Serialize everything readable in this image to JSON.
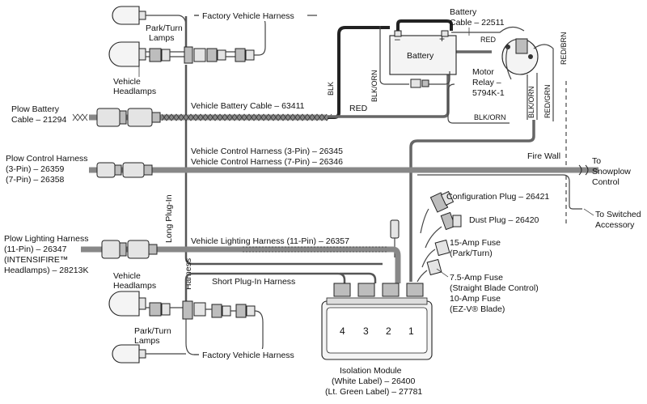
{
  "labels": {
    "factory_vehicle_harness_top": "Factory Vehicle Harness",
    "park_turn_lamps_top": "Park/Turn\nLamps",
    "vehicle_headlamps_top": "Vehicle\nHeadlamps",
    "plow_battery_cable": "Plow Battery\nCable – 21294",
    "vehicle_battery_cable": "Vehicle Battery Cable – 63411",
    "battery_cable": "Battery\nCable – 22511",
    "battery": "Battery",
    "motor_relay": "Motor\nRelay –\n5794K-1",
    "plow_control_harness": "Plow Control Harness\n(3-Pin) – 26359\n(7-Pin) – 26358",
    "vehicle_control_harness_3": "Vehicle Control Harness (3-Pin) – 26345",
    "vehicle_control_harness_7": "Vehicle Control Harness (7-Pin) – 26346",
    "fire_wall": "Fire Wall",
    "to_snowplow_control": "To\nSnowplow\nControl",
    "to_switched_accessory": "To Switched\nAccessory",
    "configuration_plug": "Configuration Plug – 26421",
    "dust_plug": "Dust Plug – 26420",
    "fuse_15": "15-Amp Fuse\n(Park/Turn)",
    "fuse_75": "7.5-Amp Fuse\n(Straight Blade Control)",
    "fuse_10": "10-Amp Fuse\n(EZ-V® Blade)",
    "long_plug_in_harness": "Long Plug-In\nHarness",
    "plow_lighting_harness": "Plow Lighting Harness\n(11-Pin) – 26347\n(INTENSIFIRE™\nHeadlamps) – 28213K",
    "vehicle_lighting_harness": "Vehicle Lighting Harness (11-Pin) – 26357",
    "short_plug_in_harness": "Short Plug-In Harness",
    "vehicle_headlamps_bottom": "Vehicle\nHeadlamps",
    "park_turn_lamps_bottom": "Park/Turn\nLamps",
    "factory_vehicle_harness_bottom": "Factory Vehicle Harness",
    "isolation_module": "Isolation Module\n(White Label) – 26400\n(Lt. Green Label) – 27781"
  },
  "wire_colors": {
    "blk": "BLK",
    "red_main": "RED",
    "blk_orn_left": "BLK/ORN",
    "red_relay": "RED",
    "red_brn": "RED/BRN",
    "blk_orn_relay": "BLK/ORN",
    "red_grn": "RED/GRN",
    "blk_orn_bottom": "BLK/ORN"
  },
  "battery_terminals": {
    "neg": "–",
    "pos": "+"
  },
  "module_ports": [
    "4",
    "3",
    "2",
    "1"
  ],
  "colors": {
    "line": "#222222",
    "wire": "#555555",
    "fill": "#f4f4f4"
  }
}
